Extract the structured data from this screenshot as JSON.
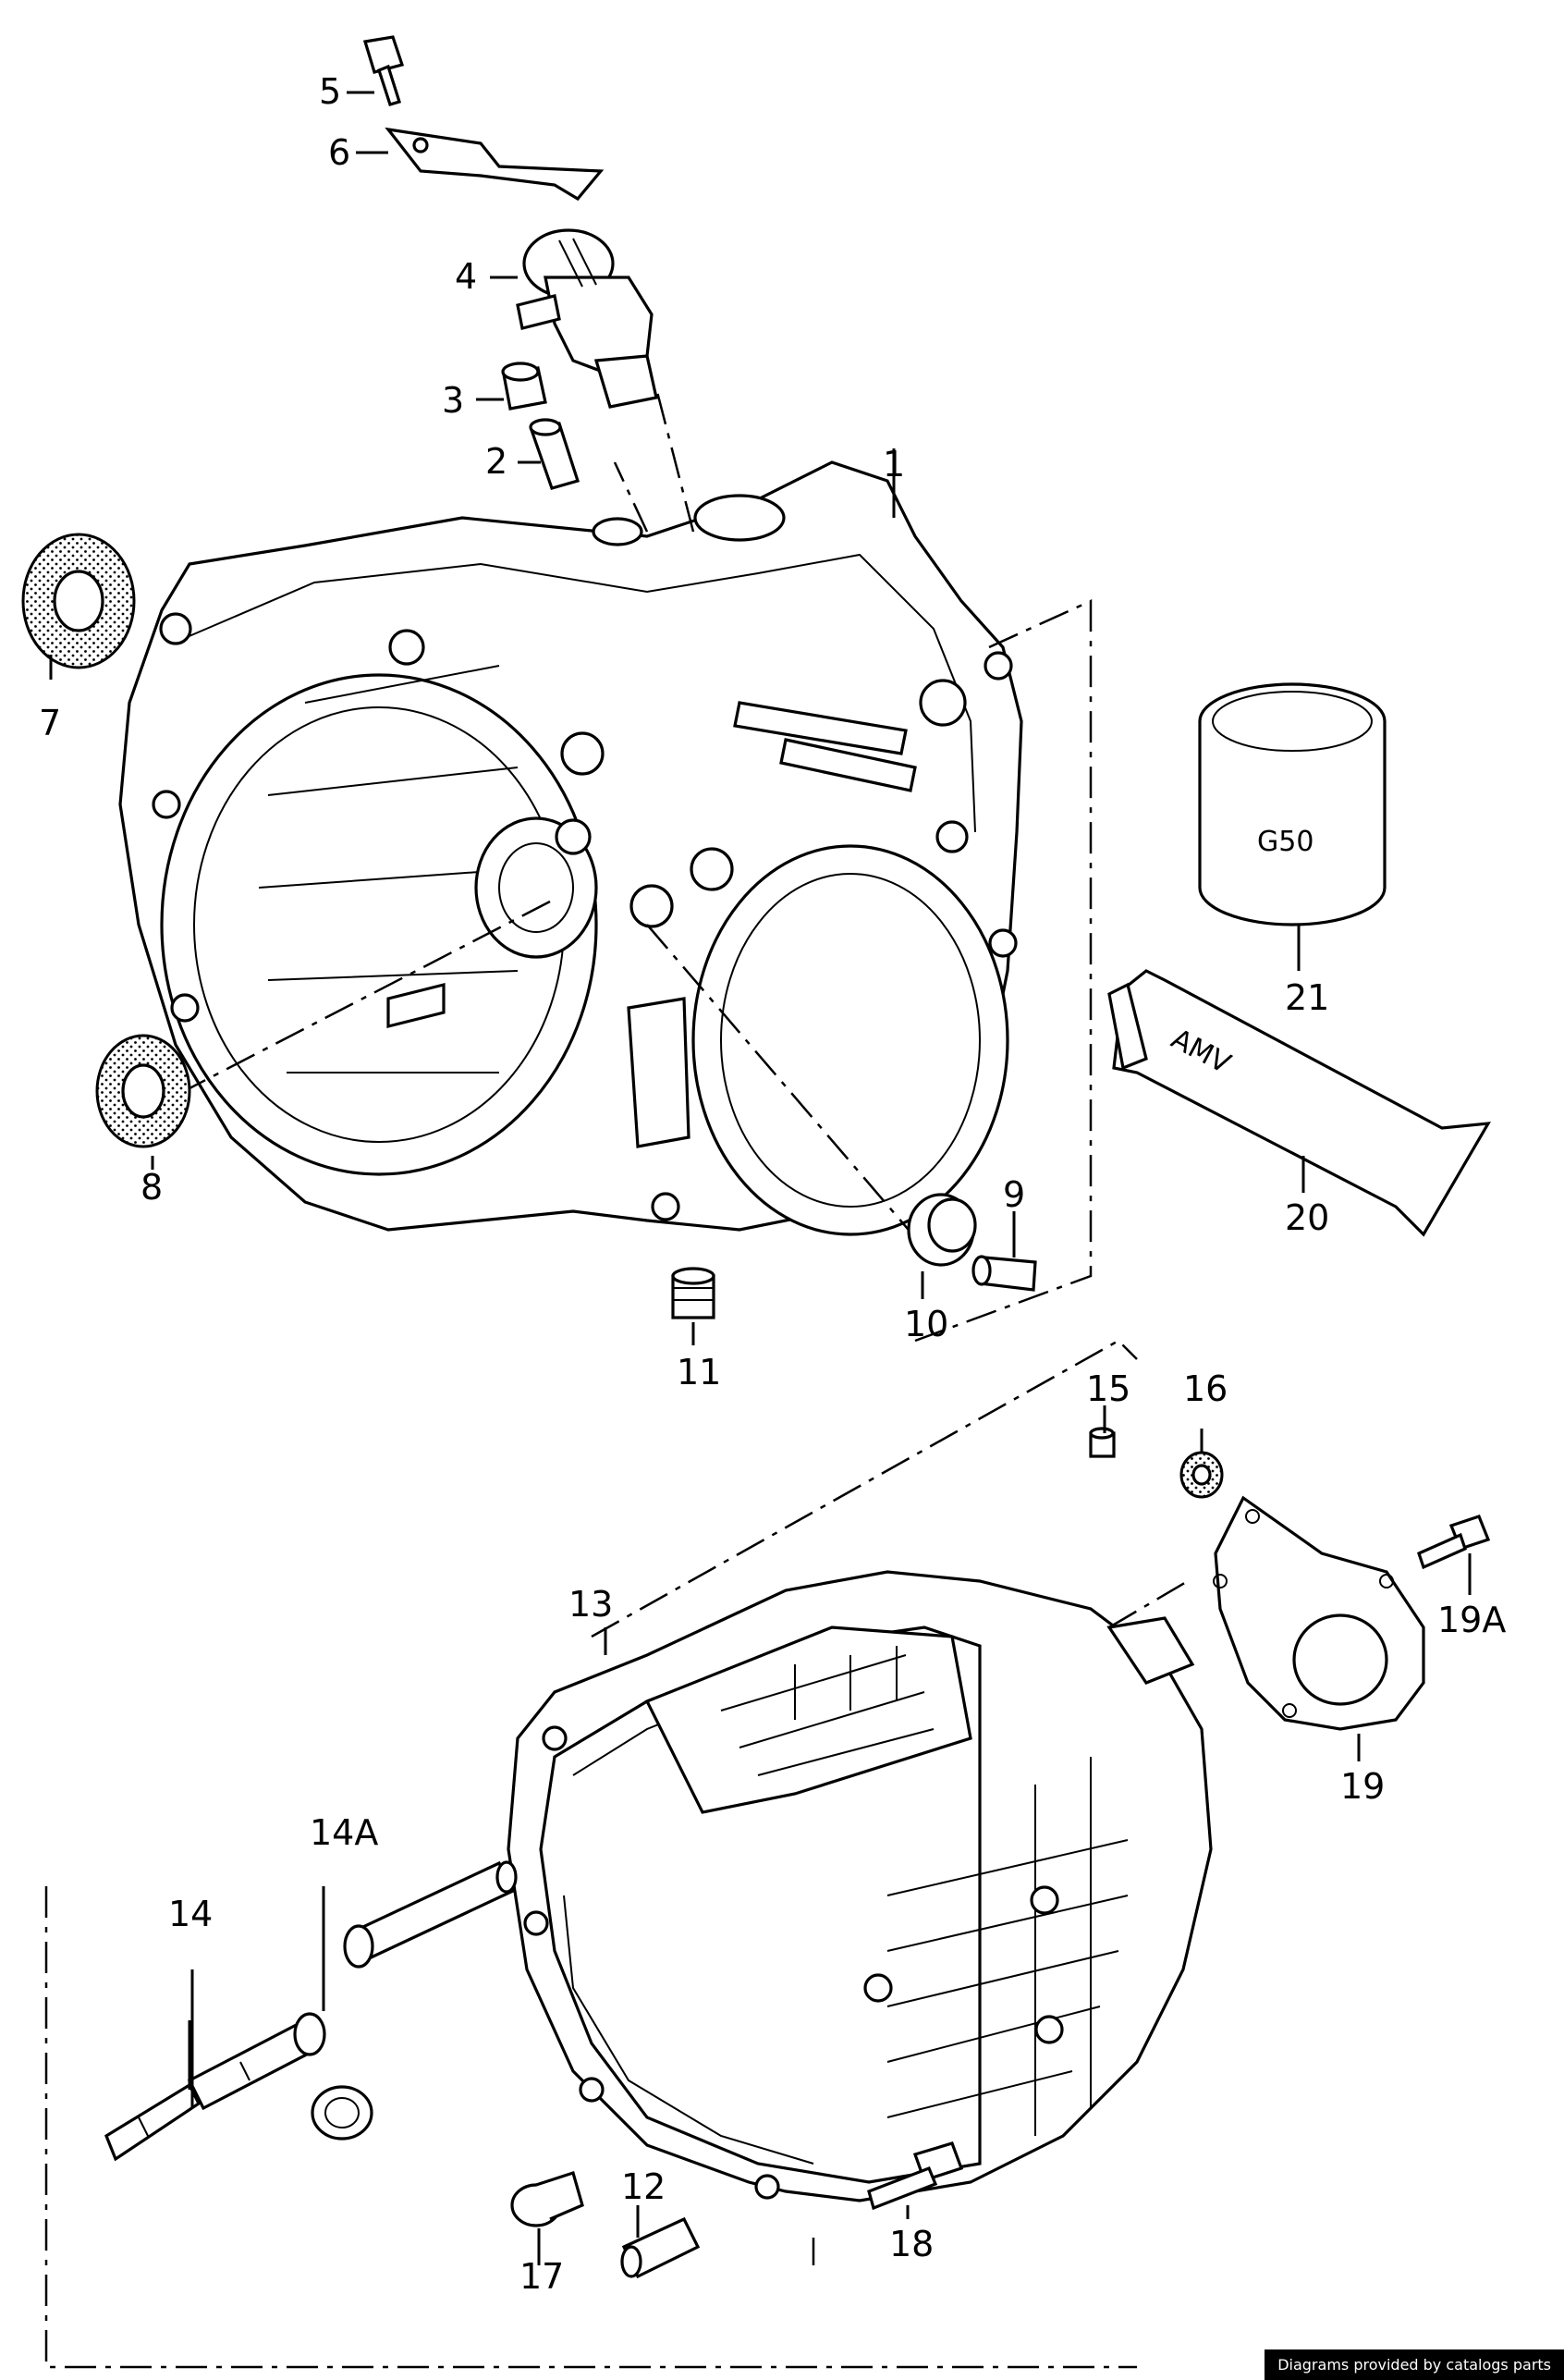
{
  "diagram": {
    "callouts": [
      "1",
      "2",
      "3",
      "4",
      "5",
      "6",
      "7",
      "8",
      "9",
      "10",
      "11",
      "12",
      "13",
      "14",
      "14A",
      "15",
      "16",
      "17",
      "18",
      "19",
      "19A",
      "20",
      "21"
    ],
    "container_markings": {
      "can": "G50",
      "tube": "AMV"
    }
  },
  "footer": {
    "credit": "Diagrams provided by catalogs parts"
  }
}
